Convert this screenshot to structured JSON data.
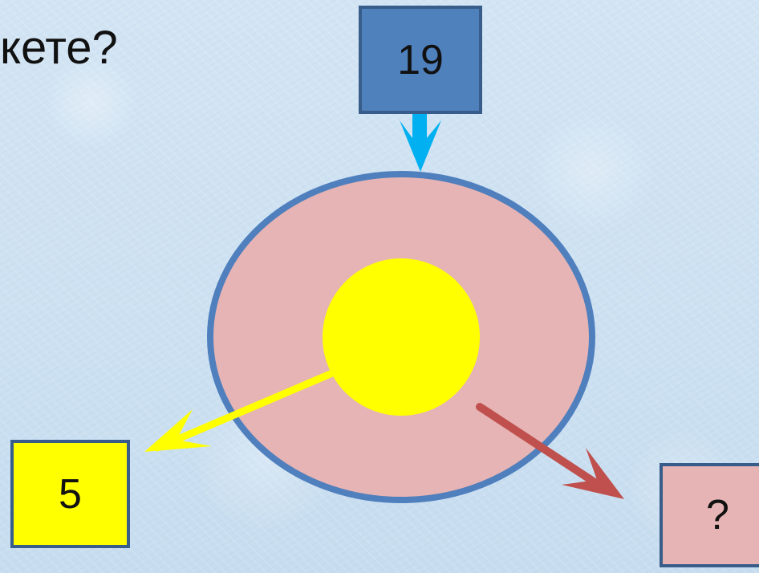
{
  "question": {
    "visible_text": "кете?"
  },
  "boxes": {
    "top": {
      "label": "19"
    },
    "left": {
      "label": "5"
    },
    "right": {
      "label": "?"
    }
  },
  "colors": {
    "background": "#cfe2f3",
    "top_box_fill": "#4f81bd",
    "box_border": "#385d8a",
    "ellipse_fill": "#e6b4b4",
    "ellipse_stroke": "#4f7fbd",
    "inner_circle": "#ffff00",
    "arrow_top": "#00b0f0",
    "arrow_left": "#ffff00",
    "arrow_right": "#c0504d"
  }
}
